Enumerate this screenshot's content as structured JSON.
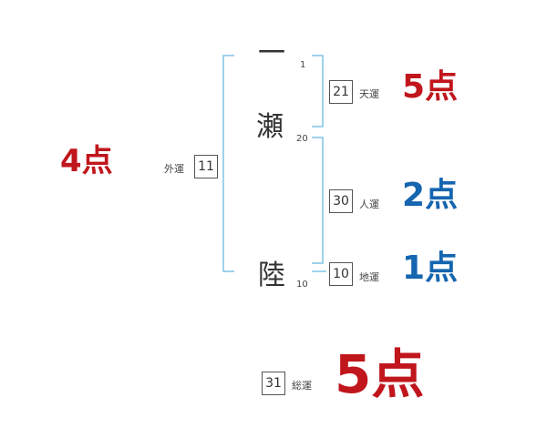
{
  "name": {
    "chars": [
      {
        "char": "一",
        "strokes": "1"
      },
      {
        "char": "瀬",
        "strokes": "20"
      },
      {
        "char": "陸",
        "strokes": "10"
      }
    ]
  },
  "fortunes": {
    "tenkaku": {
      "value": "21",
      "label": "天運",
      "score": "5",
      "unit": "点"
    },
    "jinkaku": {
      "value": "30",
      "label": "人運",
      "score": "2",
      "unit": "点"
    },
    "chikaku": {
      "value": "10",
      "label": "地運",
      "score": "1",
      "unit": "点"
    },
    "gaikaku": {
      "value": "11",
      "label": "外運",
      "score": "4",
      "unit": "点"
    },
    "soukaku": {
      "value": "31",
      "label": "総運",
      "score": "5",
      "unit": "点"
    }
  },
  "colors": {
    "bracket": "#7ec4e6",
    "score_red": "#c0161c",
    "score_blue": "#1565b0",
    "text": "#333333"
  }
}
